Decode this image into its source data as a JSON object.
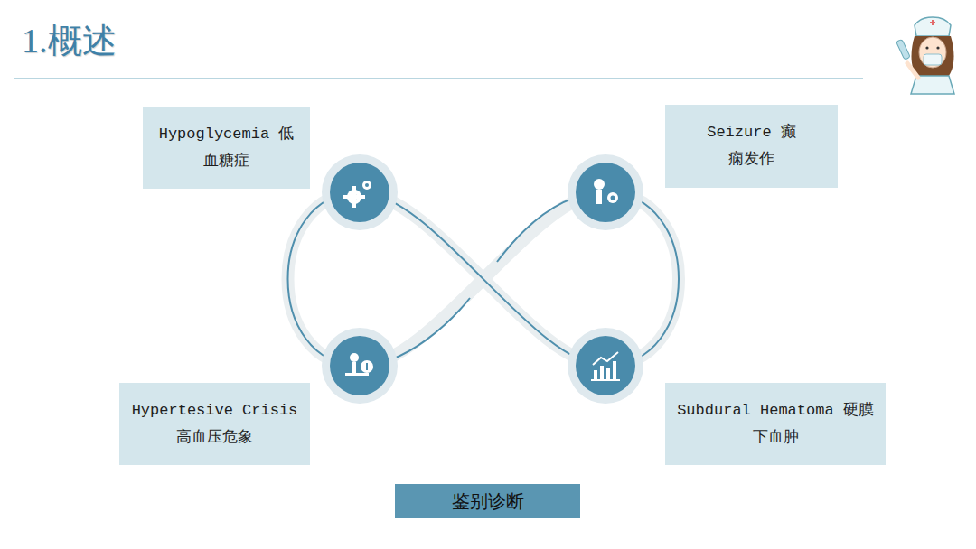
{
  "diagram": {
    "title": "1.概述",
    "nodes": [
      {
        "text": [
          "Hypoglycemia 低血糖症"
        ]
      },
      {
        "text": [
          "Seizure 癫痫发作"
        ]
      },
      {
        "text": [
          "Hypertesive Crisis 高血压危象"
        ]
      },
      {
        "text": [
          "Subdural Hematoma 硬膜下血肿"
        ]
      },
      {
        "text": [
          "鉴别诊断"
        ]
      }
    ]
  }
}
